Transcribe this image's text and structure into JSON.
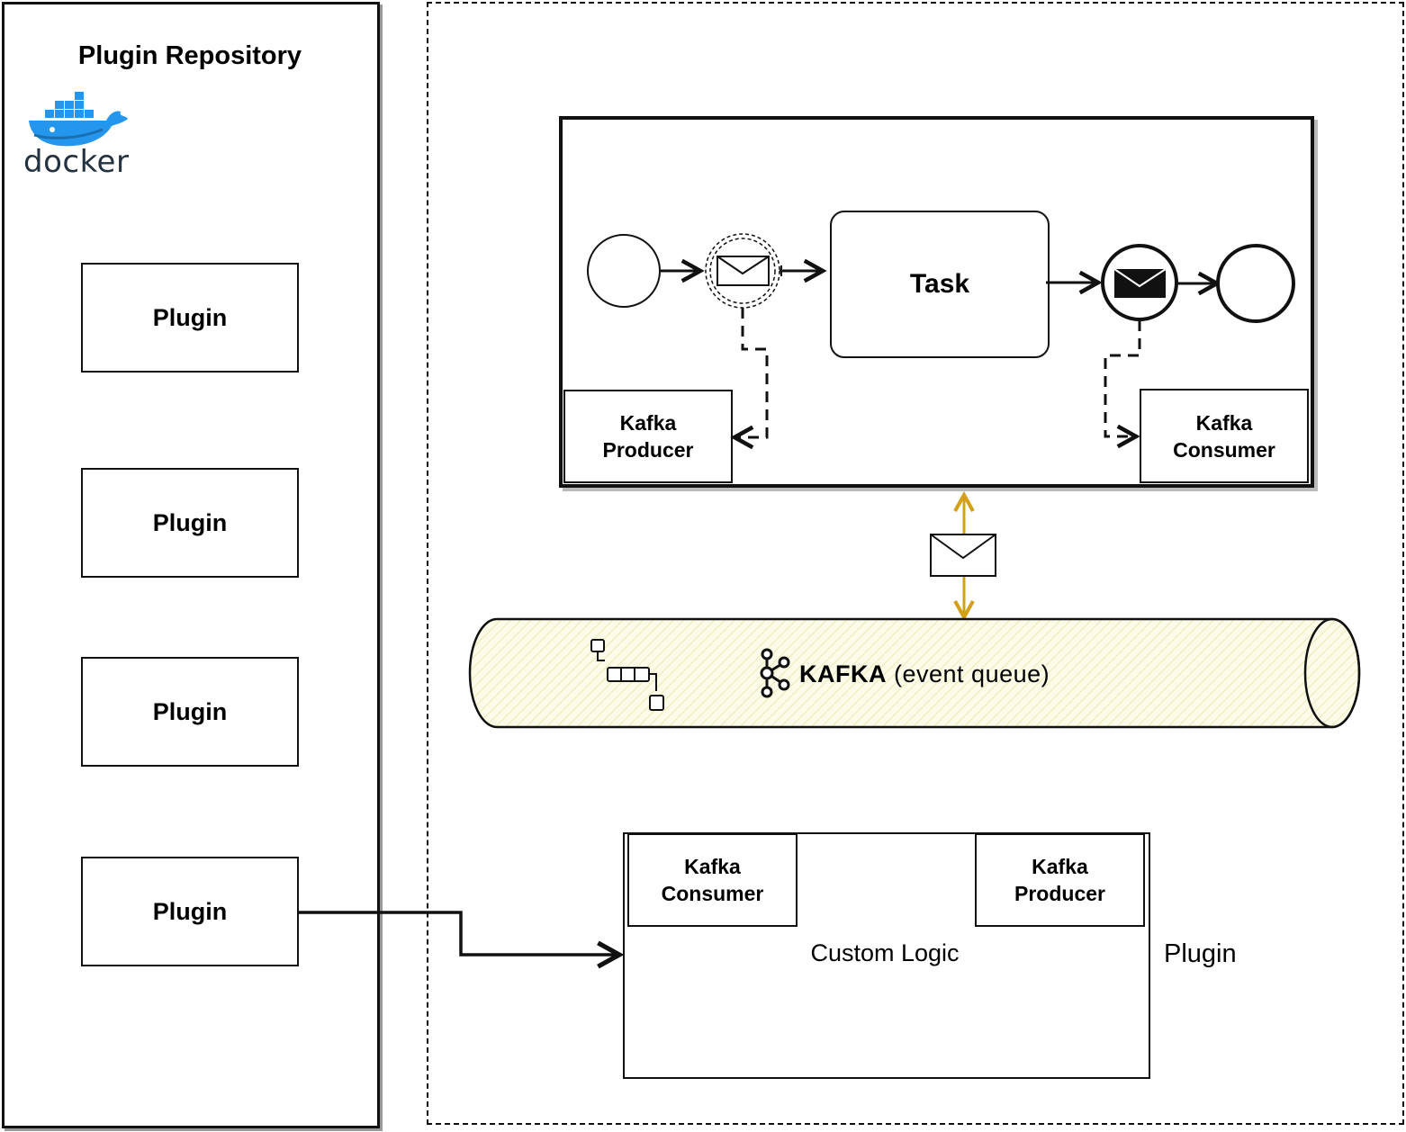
{
  "repository": {
    "title": "Plugin Repository",
    "docker_logo_text": "docker",
    "plugins": [
      "Plugin",
      "Plugin",
      "Plugin",
      "Plugin"
    ]
  },
  "process": {
    "task_label": "Task",
    "producer_label_line1": "Kafka",
    "producer_label_line2": "Producer",
    "consumer_label_line1": "Kafka",
    "consumer_label_line2": "Consumer"
  },
  "queue": {
    "name": "KAFKA",
    "description": "(event queue)"
  },
  "plugin_component": {
    "consumer_label_line1": "Kafka",
    "consumer_label_line2": "Consumer",
    "producer_label_line1": "Kafka",
    "producer_label_line2": "Producer",
    "body_label": "Custom Logic",
    "outer_label": "Plugin"
  },
  "colors": {
    "message_arrow": "#d4a017",
    "queue_fill": "#fbfbe8",
    "docker_blue": "#2496ed"
  },
  "icons": {
    "docker": "docker-whale-icon",
    "kafka": "kafka-icon",
    "queue": "queue-flow-icon",
    "message": "envelope-icon"
  }
}
